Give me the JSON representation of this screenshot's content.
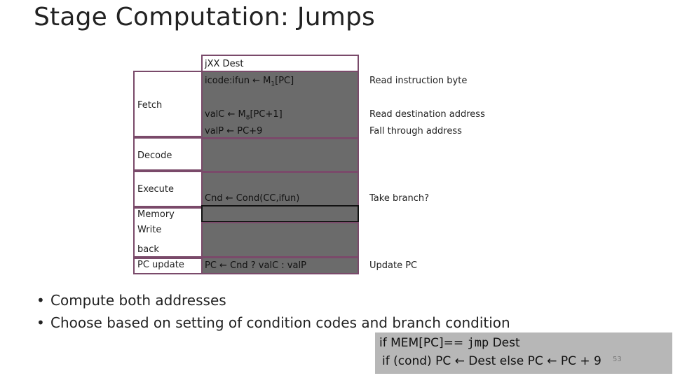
{
  "title": "Stage Computation: Jumps",
  "header": {
    "instr": "jXX Dest"
  },
  "stages": {
    "fetch": "Fetch",
    "decode": "Decode",
    "execute": "Execute",
    "memory": "Memory",
    "write": "Write",
    "back": "back",
    "pcupdate": "PC update"
  },
  "ops": {
    "icode_pre": "icode:ifun ← M",
    "icode_sub": "1",
    "icode_post": "[PC]",
    "valc_pre": "valC ← M",
    "valc_sub": "8",
    "valc_post": "[PC+1]",
    "valp": "valP ← PC+9",
    "cnd": "Cnd ← Cond(CC,ifun)",
    "pc": "PC ← Cnd ? valC : valP"
  },
  "descriptions": {
    "read_byte": "Read instruction byte",
    "read_dest": "Read destination address",
    "fall_through": "Fall through address",
    "take_branch": "Take branch?",
    "update_pc": "Update PC"
  },
  "bullets": [
    "Compute both addresses",
    "Choose based on setting of condition codes and branch condition"
  ],
  "note": {
    "line1_pre": "if MEM[PC]== ",
    "line1_code": "jmp",
    "line1_post": " Dest",
    "line2": "if (cond) PC ← Dest else PC ← PC + 9"
  },
  "page_number": "53"
}
